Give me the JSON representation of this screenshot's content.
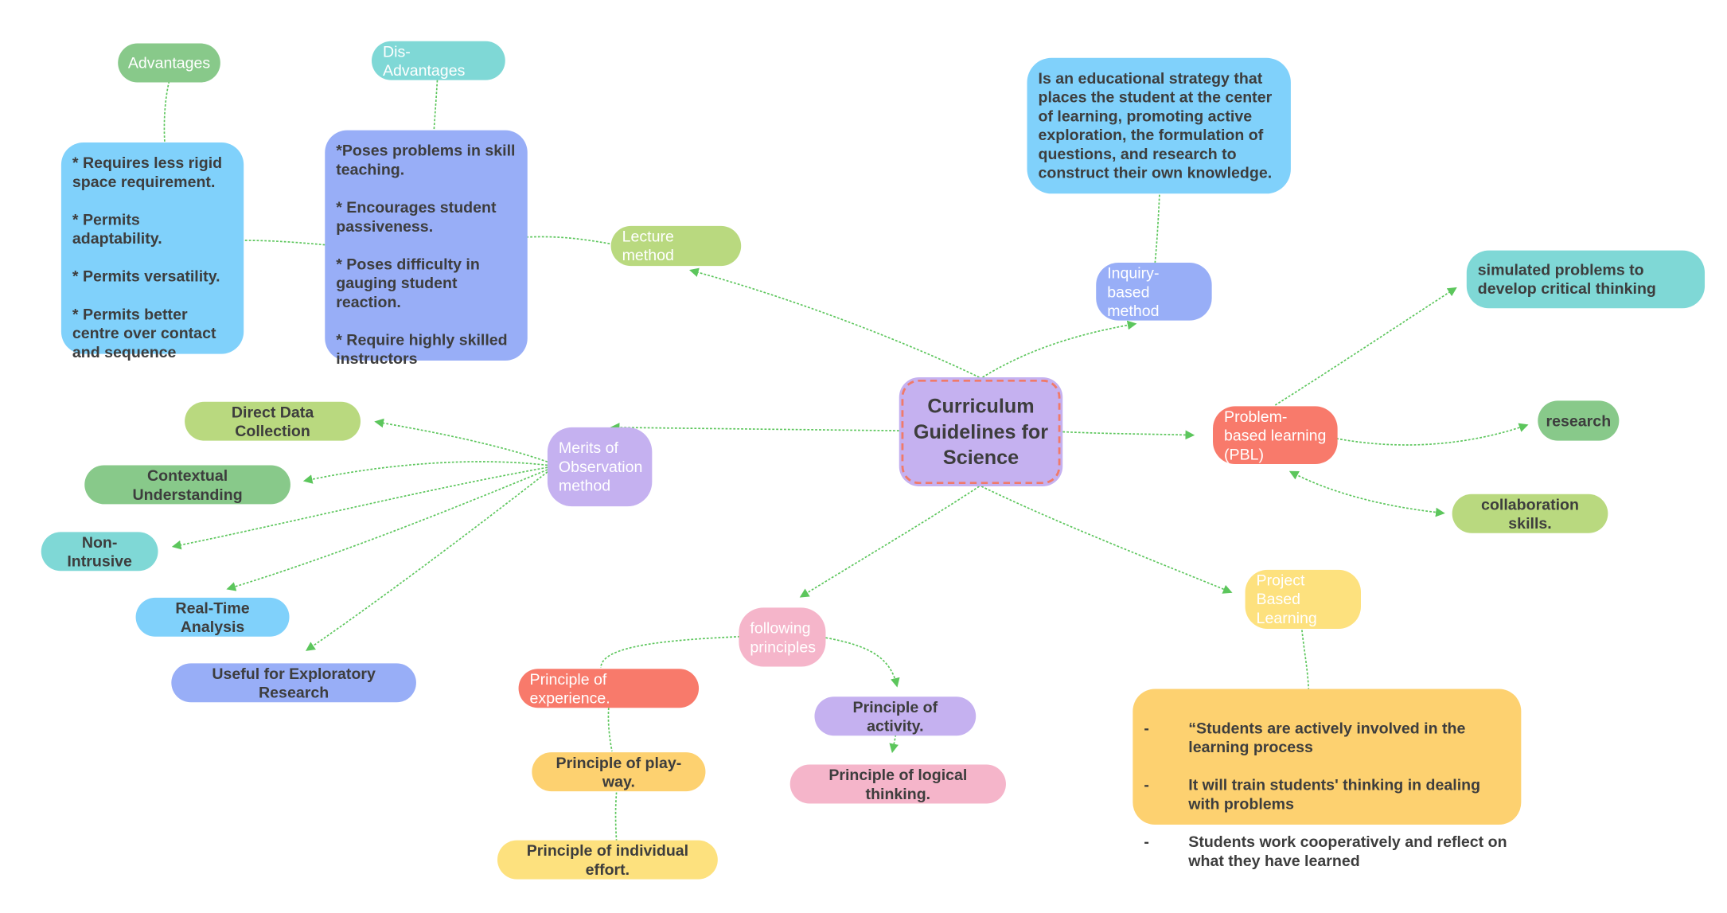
{
  "center": {
    "title": "Curriculum Guidelines for Science"
  },
  "lecture": {
    "label": "Lecture method",
    "advantages_label": "Advantages",
    "disadvantages_label": "Dis- Advantages",
    "advantages_text": "* Requires less rigid space requirement.\n\n* Permits adaptability.\n\n* Permits versatility.\n\n* Permits better centre over contact and sequence",
    "disadvantages_text": "*Poses problems in skill teaching.\n\n* Encourages student passiveness.\n\n* Poses difficulty in gauging student reaction.\n\n* Require highly skilled instructors"
  },
  "inquiry": {
    "label": "Inquiry-based method",
    "description": "Is an educational strategy that places the student at the center of learning, promoting active exploration, the formulation of questions, and research to construct their own knowledge."
  },
  "pbl": {
    "label": "Problem-based learning (PBL)",
    "items": [
      "simulated problems to develop critical thinking",
      "research",
      "collaboration skills."
    ]
  },
  "project": {
    "label": "Project Based Learning",
    "points": [
      {
        "marker": "-",
        "text": "“Students are actively involved in the learning process"
      },
      {
        "marker": "-",
        "text": "It will train students' thinking in dealing with problems"
      },
      {
        "marker": "-",
        "text": "Students work cooperatively and reflect on what they have learned"
      }
    ]
  },
  "observation": {
    "label": "Merits of Observation method",
    "items": [
      "Direct Data Collection",
      "Contextual Understanding",
      "Non-Intrusive",
      "Real-Time Analysis",
      "Useful for Exploratory Research"
    ]
  },
  "principles": {
    "label": "following principles",
    "items": [
      "Principle of experience.",
      "Principle of play-way.",
      "Principle of individual effort.",
      "Principle of activity.",
      "Principle of logical thinking."
    ]
  },
  "colors": {
    "edge": "#5cc65c",
    "center_fill": "#c5b1f0",
    "center_border": "#f07a6a",
    "light_green": "#b9d97f",
    "green": "#88c98a",
    "teal": "#7fd8d6",
    "sky": "#80d1fb",
    "periwinkle": "#98aef7",
    "lavender": "#c5b1f0",
    "coral": "#f87a6b",
    "pink": "#f5b5ca",
    "orange": "#fdd170",
    "yellow": "#fde17e"
  }
}
